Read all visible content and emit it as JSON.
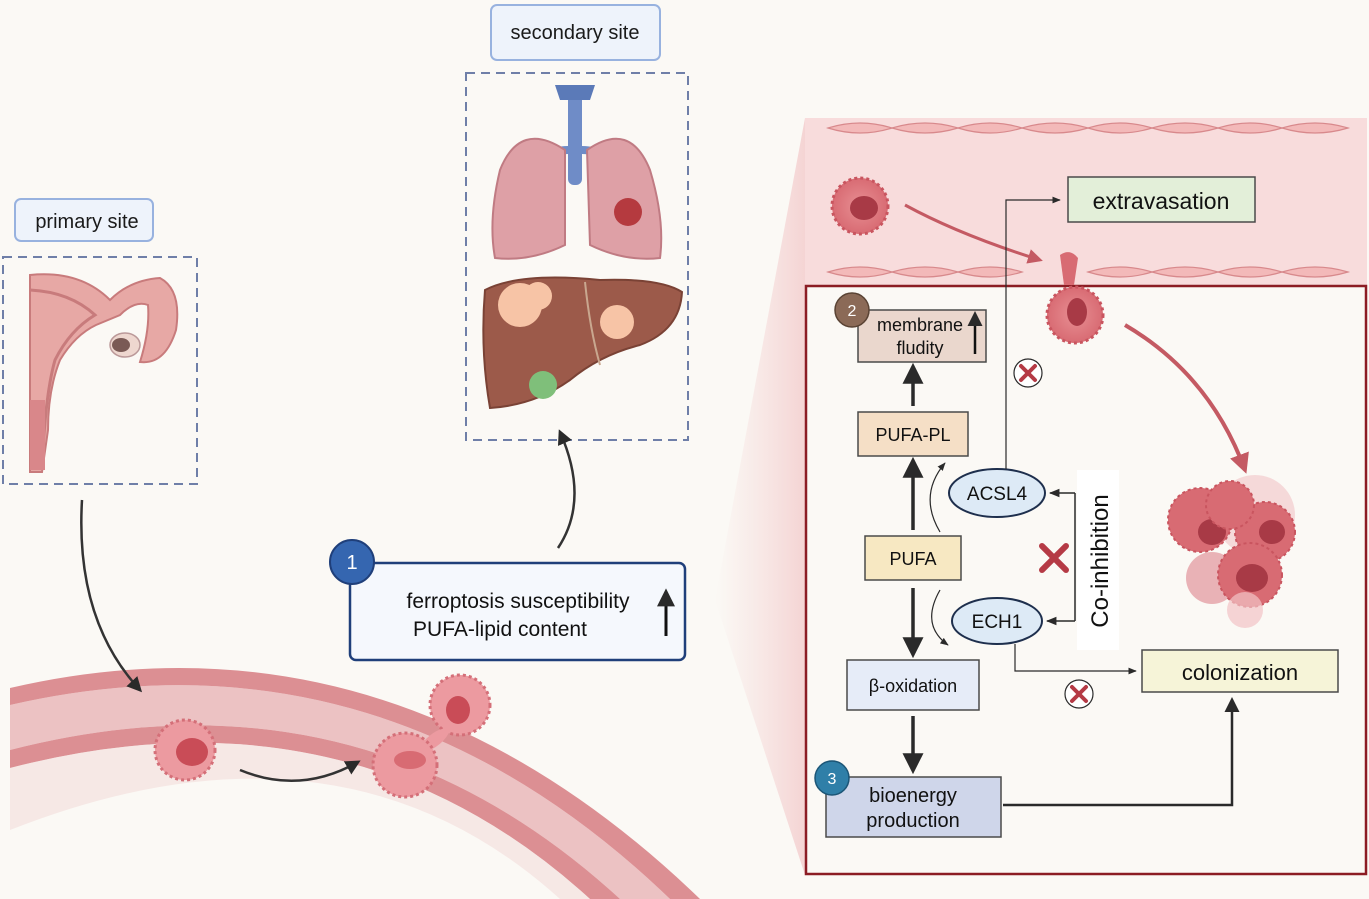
{
  "labels": {
    "primary_site": "primary site",
    "secondary_site": "secondary site"
  },
  "boxes": {
    "susceptibility_line1": "ferroptosis susceptibility",
    "susceptibility_line2": "PUFA-lipid content",
    "membrane_line1": "membrane",
    "membrane_line2": "fludity",
    "pufa_pl": "PUFA-PL",
    "pufa": "PUFA",
    "beta_oxidation": "β-oxidation",
    "bioenergy_line1": "bioenergy",
    "bioenergy_line2": "production",
    "extravasation": "extravasation",
    "colonization": "colonization",
    "co_inhibition": "Co-inhibition"
  },
  "enzymes": {
    "acsl4": "ACSL4",
    "ech1": "ECH1"
  },
  "badges": {
    "one": "1",
    "two": "2",
    "three": "3"
  },
  "colors": {
    "badge_blue": "#3566b0",
    "badge_brown": "#8b6a57",
    "badge_teal": "#2f7fa8",
    "vessel_pink": "#e29a9c",
    "zoom_panel": "#f7dede",
    "panel_border": "#8c1d24",
    "block_red": "#b53a45",
    "label_blue": "#7f9ed6"
  }
}
